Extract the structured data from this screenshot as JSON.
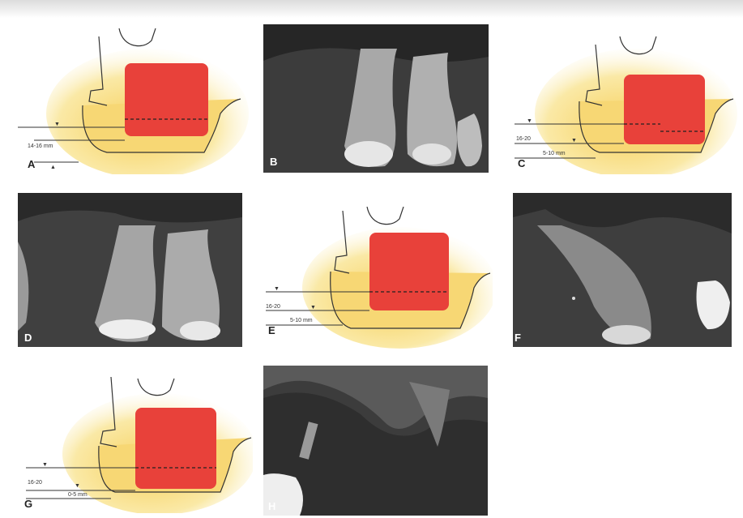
{
  "panels": [
    {
      "id": "A",
      "label": "A",
      "kind": "diagram",
      "measurements": [
        "14-16 mm"
      ]
    },
    {
      "id": "B",
      "label": "B",
      "kind": "radiograph"
    },
    {
      "id": "C",
      "label": "C",
      "kind": "diagram",
      "measurements": [
        "16-20",
        "5-10 mm"
      ]
    },
    {
      "id": "D",
      "label": "D",
      "kind": "radiograph"
    },
    {
      "id": "E",
      "label": "E",
      "kind": "diagram",
      "measurements": [
        "16-20",
        "5-10 mm"
      ]
    },
    {
      "id": "F",
      "label": "F",
      "kind": "radiograph"
    },
    {
      "id": "G",
      "label": "G",
      "kind": "diagram",
      "measurements": [
        "16-20",
        "0-5 mm"
      ]
    },
    {
      "id": "H",
      "label": "H",
      "kind": "radiograph"
    }
  ],
  "colors": {
    "graft": "#e8413a",
    "bone": "#f7d774",
    "bone_fade": "#fdf3c8",
    "xray_bg": "#3a3a3a",
    "restoration": "#f2f2f2"
  }
}
